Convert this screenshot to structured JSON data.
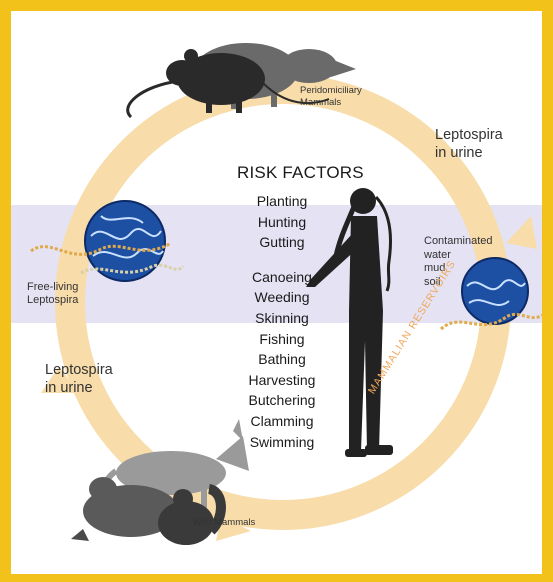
{
  "title": "RISK FACTORS",
  "risk_factors": {
    "group1": [
      "Planting",
      "Hunting",
      "Gutting"
    ],
    "group2": [
      "Canoeing",
      "Weeding",
      "Skinning",
      "Fishing",
      "Bathing",
      "Harvesting",
      "Butchering",
      "Clamming",
      "Swimming"
    ]
  },
  "labels": {
    "peridomiciliary": [
      "Peridomiciliary",
      "Mammals"
    ],
    "urine_right": [
      "Leptospira",
      "in urine"
    ],
    "contaminated": [
      "Contaminated",
      "water",
      "mud",
      "soil"
    ],
    "free_living": [
      "Free-living",
      "Leptospira"
    ],
    "urine_left": [
      "Leptospira",
      "in urine"
    ],
    "wild_mammals": "Wild Mammals",
    "reservoirs": "MAMMALIAN RESERVOIRS"
  },
  "colors": {
    "frame": "#f2c21a",
    "cycle_ring": "#f8dcaa",
    "band": "#e4e2f3",
    "globe": "#1d4fa3",
    "silhouette": "#222222",
    "reservoir_text": "#f0a85a"
  }
}
